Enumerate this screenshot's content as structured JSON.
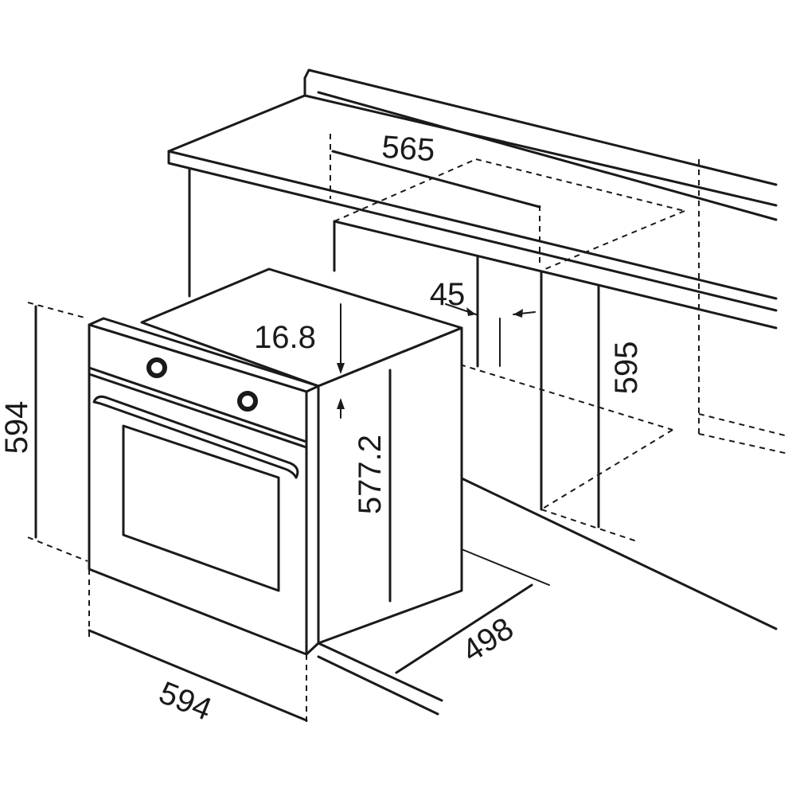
{
  "dimensions": {
    "cutout_width": "565",
    "gap": "45",
    "offset": "16.8",
    "cutout_height": "595",
    "oven_height": "594",
    "oven_width": "594",
    "oven_depth": "498",
    "body_height": "577.2"
  },
  "colors": {
    "line": "#1a1a1a",
    "background": "#ffffff"
  }
}
